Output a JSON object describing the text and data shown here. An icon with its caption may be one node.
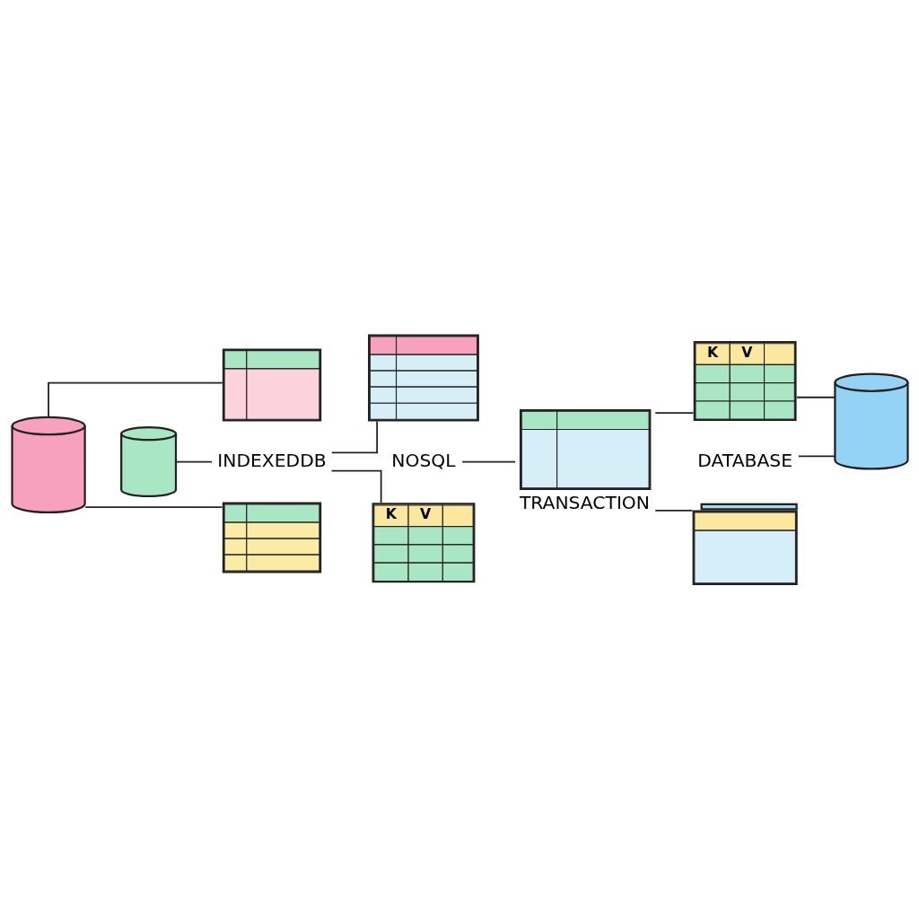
{
  "diagram": {
    "nodes": [
      {
        "text": [],
        "shape": "cylinder"
      },
      {
        "text": [],
        "shape": "cylinder"
      },
      {
        "text": [],
        "shape": "table"
      },
      {
        "text": [
          "INDEXEDDB"
        ]
      },
      {
        "text": [],
        "shape": "table"
      },
      {
        "text": [],
        "shape": "table"
      },
      {
        "text": [
          "NOSQL"
        ]
      },
      {
        "text": [
          "K",
          "V"
        ]
      },
      {
        "text": [],
        "shape": "table",
        "beside": [
          "TRANSACTION"
        ]
      },
      {
        "text": [
          "K",
          "V"
        ]
      },
      {
        "text": [
          "DATABASE"
        ]
      },
      {
        "text": [],
        "shape": "document"
      },
      {
        "text": [],
        "shape": "cylinder"
      }
    ],
    "edges": [
      {
        "from": 0,
        "to": 2,
        "arrow": "none"
      },
      {
        "from": 0,
        "to": 4,
        "arrow": "none"
      },
      {
        "from": 1,
        "to": 3,
        "arrow": "none"
      },
      {
        "from": 3,
        "to": 5,
        "arrow": "none"
      },
      {
        "from": 3,
        "to": 7,
        "arrow": "none"
      },
      {
        "from": 6,
        "to": 8,
        "arrow": "none"
      },
      {
        "from": 8,
        "to": 9,
        "arrow": "none"
      },
      {
        "from": 8,
        "to": 11,
        "arrow": "none"
      },
      {
        "from": 9,
        "to": 12,
        "arrow": "none"
      },
      {
        "from": 10,
        "to": 12,
        "arrow": "none"
      }
    ]
  }
}
